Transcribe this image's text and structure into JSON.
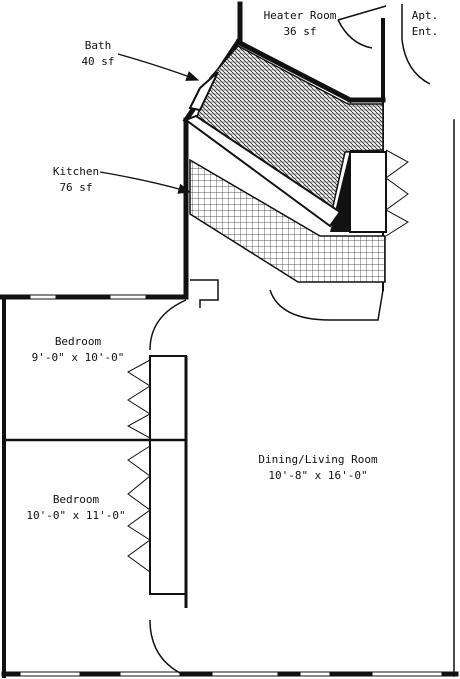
{
  "colors": {
    "ink": "#111111",
    "paper": "#ffffff"
  },
  "rooms": {
    "heater_room": {
      "name": "Heater Room",
      "size": "36 sf"
    },
    "apt_entrance": {
      "line1": "Apt.",
      "line2": "Ent."
    },
    "bath": {
      "name": "Bath",
      "size": "40 sf"
    },
    "kitchen": {
      "name": "Kitchen",
      "size": "76 sf"
    },
    "bedroom_1": {
      "name": "Bedroom",
      "size": "9'-0\" x 10'-0\""
    },
    "bedroom_2": {
      "name": "Bedroom",
      "size": "10'-0\" x 11'-0\""
    },
    "dining_living": {
      "name": "Dining/Living Room",
      "size": "10'-8\" x 16'-0\""
    }
  }
}
